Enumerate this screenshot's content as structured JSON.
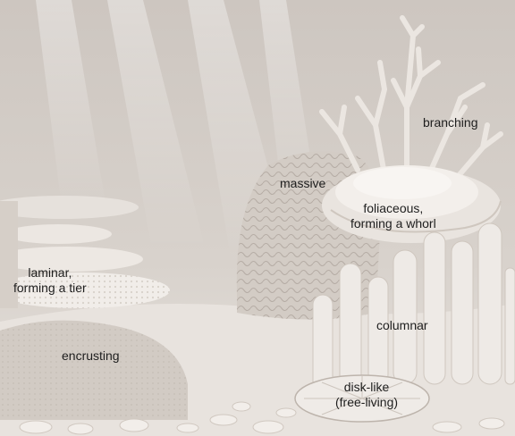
{
  "labels": {
    "branching": "branching",
    "massive": "massive",
    "foliaceous_line1": "foliaceous,",
    "foliaceous_line2": "forming a whorl",
    "laminar_line1": "laminar,",
    "laminar_line2": "forming a tier",
    "columnar": "columnar",
    "encrusting": "encrusting",
    "disk_line1": "disk-like",
    "disk_line2": "(free-living)"
  },
  "colors": {
    "water_top": "#cfc8c2",
    "water_bottom": "#e4dfda",
    "coral_light": "#f4f1ed",
    "coral_mid": "#d9d2cb",
    "coral_dark": "#bdb4ac",
    "sand": "#e9e4df"
  }
}
